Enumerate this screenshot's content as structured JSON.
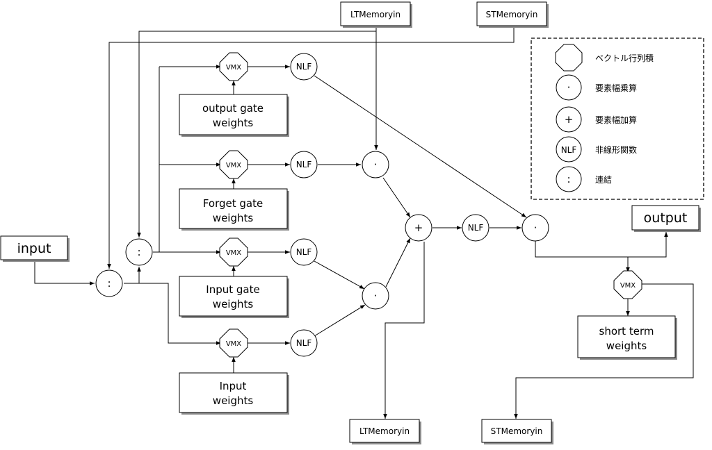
{
  "io": {
    "input": "input",
    "output": "output",
    "lt_in": "LTMemoryin",
    "st_in": "STMemoryin",
    "lt_out": "LTMemoryin",
    "st_out": "STMemoryin"
  },
  "weights": {
    "output_gate": [
      "output gate",
      "weights"
    ],
    "forget_gate": [
      "Forget gate",
      "weights"
    ],
    "input_gate": [
      "Input gate",
      "weights"
    ],
    "input": [
      "Input",
      "weights"
    ],
    "short_term": [
      "short term",
      "weights"
    ]
  },
  "ops": {
    "vmx": "VMX",
    "nlf": "NLF",
    "mul": "·",
    "add": "+",
    "concat": ":"
  },
  "legend": [
    {
      "symbol": "",
      "label": "ベクトル行列積",
      "shape": "octagon"
    },
    {
      "symbol": "·",
      "label": "要素幅乗算",
      "shape": "circle"
    },
    {
      "symbol": "+",
      "label": "要素幅加算",
      "shape": "circle"
    },
    {
      "symbol": "NLF",
      "label": "非線形関数",
      "shape": "circle"
    },
    {
      "symbol": ":",
      "label": "連結",
      "shape": "circle"
    }
  ]
}
